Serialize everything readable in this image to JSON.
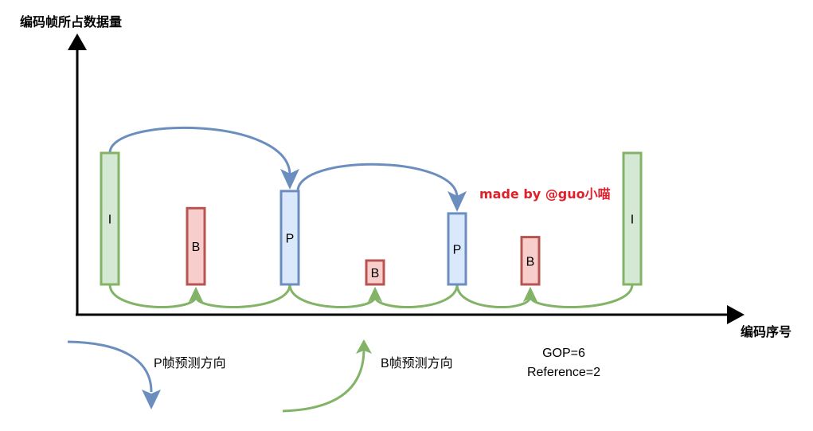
{
  "axes": {
    "y_label": "编码帧所占数据量",
    "x_label": "编码序号"
  },
  "colors": {
    "I": {
      "fill": "#d5e8d4",
      "stroke": "#82b366"
    },
    "P": {
      "fill": "#dae8fc",
      "stroke": "#6c8ebf"
    },
    "B": {
      "fill": "#f8cecc",
      "stroke": "#b85450"
    },
    "p_arrow": "#6c8ebf",
    "b_arrow": "#82b366",
    "credit": "#e0202a"
  },
  "frames": [
    {
      "type": "I",
      "label": "I",
      "relative_size": 1.0
    },
    {
      "type": "B",
      "label": "B",
      "relative_size": 0.58
    },
    {
      "type": "P",
      "label": "P",
      "relative_size": 0.71
    },
    {
      "type": "B",
      "label": "B",
      "relative_size": 0.18
    },
    {
      "type": "P",
      "label": "P",
      "relative_size": 0.54
    },
    {
      "type": "B",
      "label": "B",
      "relative_size": 0.36
    },
    {
      "type": "I",
      "label": "I",
      "relative_size": 1.0
    }
  ],
  "p_predictions": [
    [
      0,
      2
    ],
    [
      2,
      4
    ]
  ],
  "b_predictions": [
    [
      0,
      1
    ],
    [
      2,
      1
    ],
    [
      2,
      3
    ],
    [
      4,
      3
    ],
    [
      4,
      5
    ],
    [
      6,
      5
    ]
  ],
  "credit": "made by @guo小喵",
  "legend": {
    "p_direction": "P帧预测方向",
    "b_direction": "B帧预测方向"
  },
  "info": {
    "gop": "GOP=6",
    "reference": "Reference=2"
  }
}
